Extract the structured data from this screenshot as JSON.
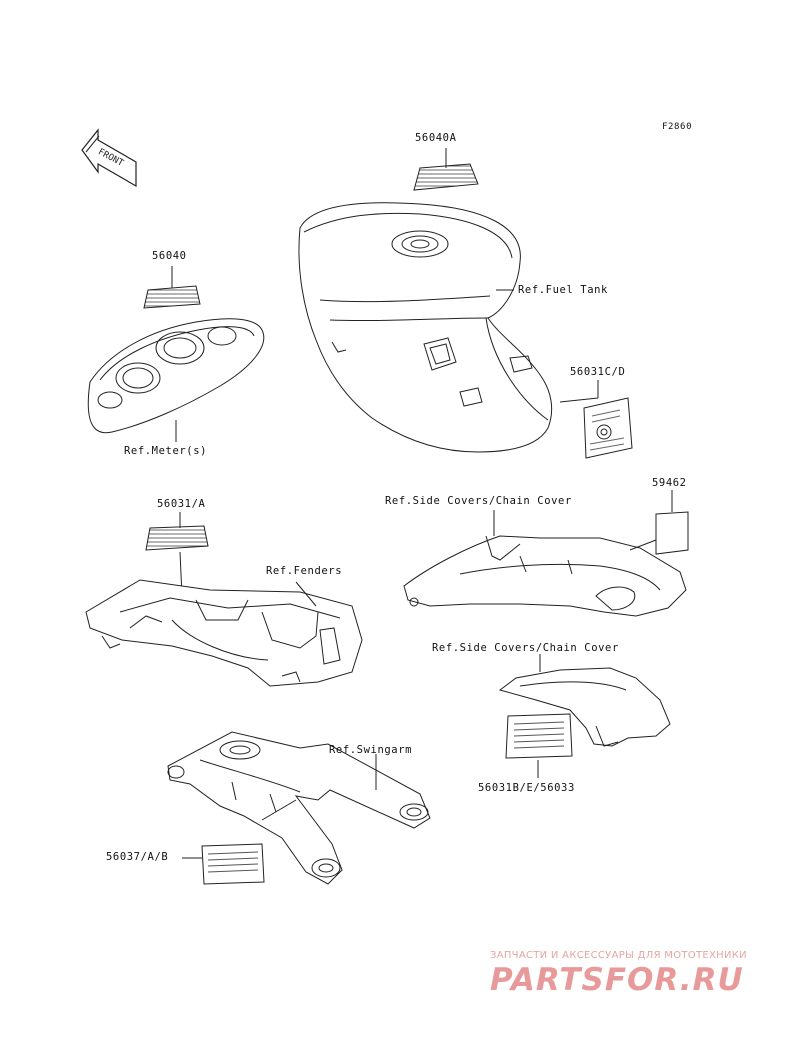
{
  "figure_code": "F2860",
  "front_arrow": "FRONT",
  "labels": {
    "p56040A": "56040A",
    "ref_fuel_tank": "Ref.Fuel Tank",
    "p56040": "56040",
    "ref_meter": "Ref.Meter(s)",
    "p56031CD": "56031C/D",
    "p59462": "59462",
    "ref_side_covers_1": "Ref.Side Covers/Chain Cover",
    "p56031A": "56031/A",
    "ref_fenders": "Ref.Fenders",
    "ref_side_covers_2": "Ref.Side Covers/Chain Cover",
    "ref_swingarm": "Ref.Swingarm",
    "p56031BE56033": "56031B/E/56033",
    "p56037AB": "56037/A/B"
  },
  "watermark": {
    "tagline": "ЗАПЧАСТИ И АКСЕССУАРЫ ДЛЯ МОТОТЕХНИКИ",
    "logo": "PARTSFOR.RU"
  }
}
